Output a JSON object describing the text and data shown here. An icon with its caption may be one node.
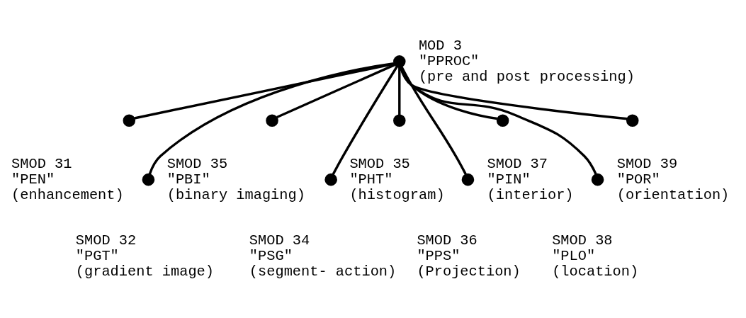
{
  "diagram": {
    "nodes": [
      {
        "text": [],
        "shape": "circle",
        "beside": [
          "MOD 3",
          "\"PPROC\"",
          "(pre and post processing)"
        ]
      },
      {
        "text": [],
        "shape": "circle",
        "beside": [
          "SMOD 31",
          "\"PEN\"",
          "(enhancement)"
        ]
      },
      {
        "text": [],
        "shape": "circle",
        "beside": [
          "SMOD 32",
          "\"PGT\"",
          "(gradient image)"
        ]
      },
      {
        "text": [],
        "shape": "circle",
        "beside": [
          "SMOD 35",
          "\"PBI\"",
          "(binary imaging)"
        ]
      },
      {
        "text": [],
        "shape": "circle",
        "beside": [
          "SMOD 34",
          "\"PSG\"",
          "(segment- action)"
        ]
      },
      {
        "text": [],
        "shape": "circle",
        "beside": [
          "SMOD 35",
          "\"PHT\"",
          "(histogram)"
        ]
      },
      {
        "text": [],
        "shape": "circle",
        "beside": [
          "SMOD 36",
          "\"PPS\"",
          "(Projection)"
        ]
      },
      {
        "text": [],
        "shape": "circle",
        "beside": [
          "SMOD 37",
          "\"PIN\"",
          "(interior)"
        ]
      },
      {
        "text": [],
        "shape": "circle",
        "beside": [
          "SMOD 38",
          "\"PLO\"",
          "(location)"
        ]
      },
      {
        "text": [],
        "shape": "circle",
        "beside": [
          "SMOD 39",
          "\"POR\"",
          "(orientation)"
        ]
      }
    ],
    "edges": [
      {
        "from": 0,
        "to": 1,
        "arrow": "none"
      },
      {
        "from": 0,
        "to": 2,
        "arrow": "none"
      },
      {
        "from": 0,
        "to": 3,
        "arrow": "none"
      },
      {
        "from": 0,
        "to": 4,
        "arrow": "none"
      },
      {
        "from": 0,
        "to": 5,
        "arrow": "none"
      },
      {
        "from": 0,
        "to": 6,
        "arrow": "none"
      },
      {
        "from": 0,
        "to": 7,
        "arrow": "none"
      },
      {
        "from": 0,
        "to": 8,
        "arrow": "none"
      },
      {
        "from": 0,
        "to": 9,
        "arrow": "none"
      }
    ]
  }
}
